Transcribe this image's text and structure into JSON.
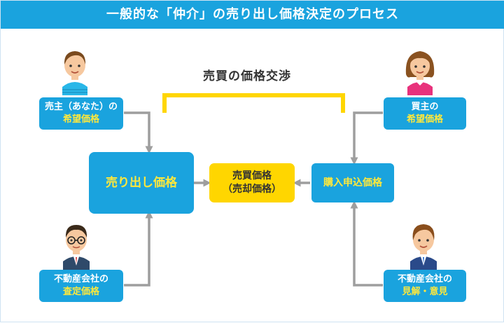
{
  "header": {
    "title": "一般的な「仲介」の売り出し価格決定のプロセス"
  },
  "negotiation": {
    "label": "売買の価格交渉"
  },
  "boxes": {
    "seller": {
      "line1": "売主（あなた）の",
      "line2": "希望価格"
    },
    "buyer": {
      "line1": "買主の",
      "line2": "希望価格"
    },
    "listing": {
      "label": "売り出し価格"
    },
    "sale": {
      "line1": "売買価格",
      "line2": "（売却価格）"
    },
    "offer": {
      "label": "購入申込価格"
    },
    "agent_appraisal": {
      "line1": "不動産会社の",
      "line2": "査定価格"
    },
    "agent_opinion": {
      "line1": "不動産会社の",
      "line2": "見解・意見"
    }
  },
  "icons": {
    "seller": "person-seller-icon",
    "buyer": "person-buyer-icon",
    "agent_left": "person-agent-glasses-icon",
    "agent_right": "person-agent-suit-icon"
  },
  "colors": {
    "header": "#1aa3de",
    "box": "#1aa3de",
    "highlight_text": "#ffe83c",
    "sale_box": "#ffd600",
    "bracket": "#ffd600",
    "arrow": "#9e9e9e"
  }
}
